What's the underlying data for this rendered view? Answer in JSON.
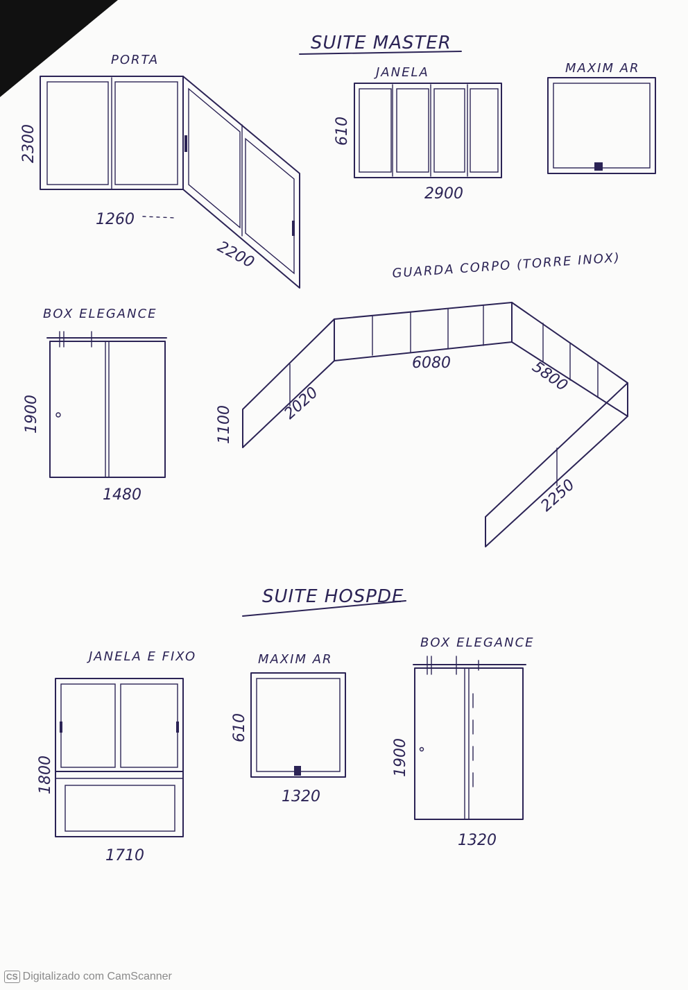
{
  "section_master": {
    "title": "SUITE MASTER",
    "porta": {
      "label": "PORTA",
      "height": "2300",
      "width": "1260",
      "width_angled": "2200"
    },
    "janela": {
      "label": "JANELA",
      "height": "610",
      "width": "2900"
    },
    "maxim_ar": {
      "label": "MAXIM AR"
    },
    "box": {
      "label": "BOX ELEGANCE",
      "height": "1900",
      "width": "1480"
    },
    "guarda_corpo": {
      "label": "GUARDA CORPO (TORRE INOX)",
      "height": "1100",
      "segments": [
        "2020",
        "6080",
        "5800",
        "2250"
      ]
    }
  },
  "section_hospde": {
    "title": "SUITE HOSPDE",
    "janela_fixo": {
      "label": "JANELA E FIXO",
      "height": "1800",
      "width": "1710"
    },
    "maxim_ar": {
      "label": "MAXIM AR",
      "height": "610",
      "width": "1320"
    },
    "box": {
      "label": "BOX ELEGANCE",
      "height": "1900",
      "width": "1320"
    }
  },
  "footer": {
    "badge": "CS",
    "text": "Digitalizado com CamScanner"
  },
  "colors": {
    "ink": "#2b2355",
    "paper": "#fbfbfa"
  }
}
